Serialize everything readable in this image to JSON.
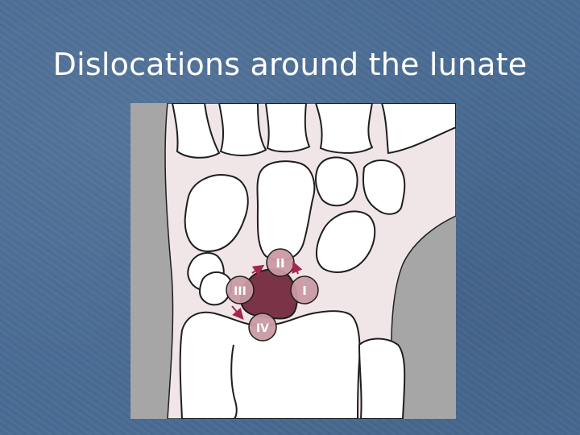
{
  "title": "Dislocations around the lunate",
  "diagram": {
    "labels": {
      "dorsal": "II",
      "radial": "III",
      "ulnar": "I",
      "volar": "IV"
    },
    "colors": {
      "lunate": "#7b3447",
      "position_circle": "#c99aa4",
      "arrows": "#a3274e",
      "skin": "#f0e5e7",
      "background_gray": "#a6a6a6",
      "bone_fill": "#ffffff",
      "bone_outline": "#1e1e1e"
    }
  }
}
